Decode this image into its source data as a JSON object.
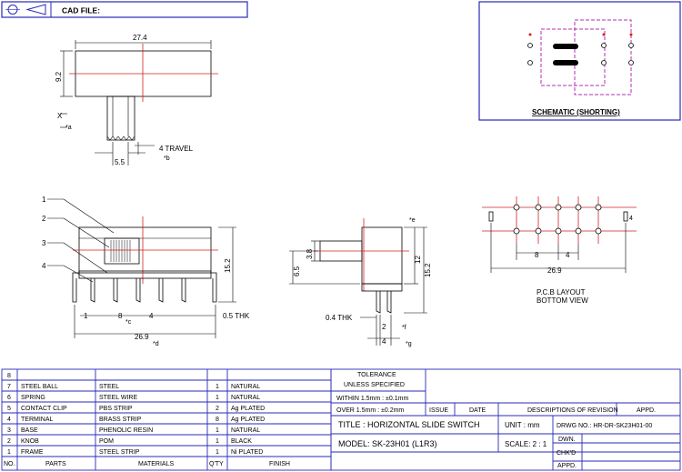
{
  "header": {
    "cad_file_label": "CAD FILE:"
  },
  "top_view": {
    "width_dim": "27.4",
    "height_dim": "9.2",
    "x_label": "X",
    "a_label": "*a",
    "knob_width_dim": "5.5",
    "travel_label": "4 TRAVEL",
    "b_label": "*b"
  },
  "schematic": {
    "caption": "SCHEMATIC (SHORTING)"
  },
  "front_view": {
    "callouts": [
      "1",
      "2",
      "3",
      "4"
    ],
    "height_dim": "15.2",
    "pitch_dim": "8",
    "c_label": "*c",
    "pitch2_dim": "4",
    "pin_dim": "1",
    "thk_label": "0.5 THK",
    "length_dim": "26.9",
    "d_label": "*d"
  },
  "side_view": {
    "e_label": "*e",
    "knob_dim": "3.8",
    "height_dim": "6.5",
    "body_dim": "12",
    "total_dim": "15.2",
    "thk_label": "0.4 THK",
    "pin_dim": "2",
    "f_label": "*f",
    "pitch_dim": "4",
    "g_label": "*g"
  },
  "pcb": {
    "pitch_dim": "8",
    "pitch2_dim": "4",
    "small_dim": "4",
    "length_dim": "26.9",
    "caption1": "P.C.B LAYOUT",
    "caption2": "BOTTOM VIEW"
  },
  "bom": {
    "headers": [
      "NO.",
      "PARTS",
      "MATERIALS",
      "Q'TY",
      "FINISH"
    ],
    "rows": [
      [
        "8",
        "",
        "",
        "",
        ""
      ],
      [
        "7",
        "STEEL BALL",
        "STEEL",
        "1",
        "NATURAL"
      ],
      [
        "6",
        "SPRING",
        "STEEL WIRE",
        "1",
        "NATURAL"
      ],
      [
        "5",
        "CONTACT CLIP",
        "PBS STRIP",
        "2",
        "Ag PLATED"
      ],
      [
        "4",
        "TERMINAL",
        "BRASS STRIP",
        "8",
        "Ag PLATED"
      ],
      [
        "3",
        "BASE",
        "PHENOLIC RESIN",
        "1",
        "NATURAL"
      ],
      [
        "2",
        "KNOB",
        "POM",
        "1",
        "BLACK"
      ],
      [
        "1",
        "FRAME",
        "STEEL STRIP",
        "1",
        "Ni PLATED"
      ]
    ]
  },
  "tolerance": {
    "line1": "TOLERANCE",
    "line2": "UNLESS   SPECIFIED",
    "line3": "WITHIN 1.5mm : ±0.1mm",
    "line4": "OVER  1.5mm : ±0.2mm"
  },
  "revision": {
    "issue": "ISSUE",
    "date": "DATE",
    "desc": "DESCRIPTIONS OF REVISION",
    "appd": "APPD."
  },
  "title_block": {
    "title": "TITLE :  HORIZONTAL SLIDE SWITCH",
    "unit": "UNIT : mm",
    "drwg": "DRWG NO.: HR-DR-SK23H01-00",
    "model": "MODEL:  SK-23H01  (L1R3)",
    "scale": "SCALE: 2 : 1",
    "dwn": "DWN.",
    "chkd": "CHK'D",
    "appd": "APPD."
  }
}
